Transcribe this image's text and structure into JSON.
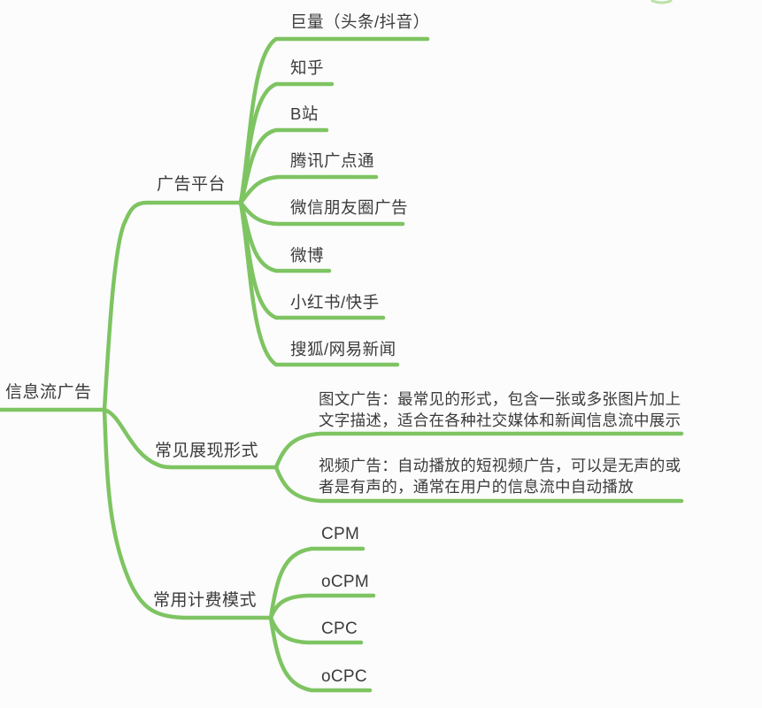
{
  "colors": {
    "branch": "#7ec462",
    "text": "#3b3b3b",
    "background": "#fcfcfc"
  },
  "root": {
    "label": "信息流广告"
  },
  "branches": [
    {
      "label": "广告平台",
      "children": [
        "巨量（头条/抖音）",
        "知乎",
        "B站",
        "腾讯广点通",
        "微信朋友圈广告",
        "微博",
        "小红书/快手",
        "搜狐/网易新闻"
      ]
    },
    {
      "label": "常见展现形式",
      "children": [
        "图文广告：最常见的形式，包含一张或多张图片加上文字描述，适合在各种社交媒体和新闻信息流中展示",
        "视频广告：自动播放的短视频广告，可以是无声的或者是有声的，通常在用户的信息流中自动播放"
      ]
    },
    {
      "label": "常用计费模式",
      "children": [
        "CPM",
        "oCPM",
        "CPC",
        "oCPC"
      ]
    }
  ]
}
